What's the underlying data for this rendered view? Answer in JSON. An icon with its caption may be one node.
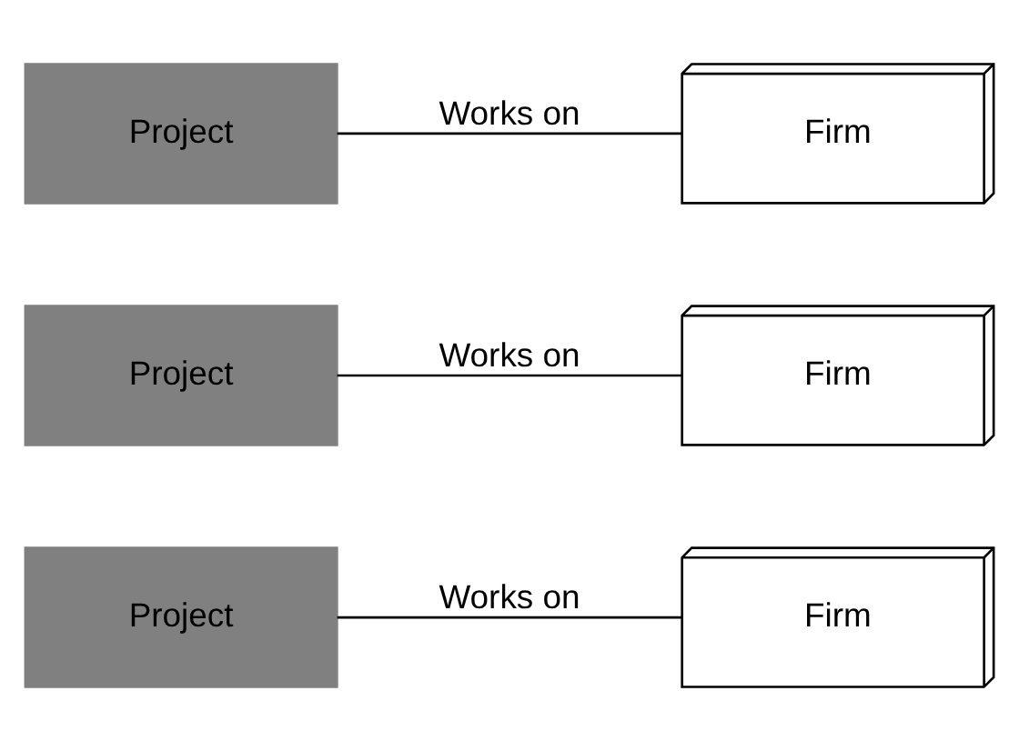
{
  "diagram": {
    "nodes": [
      {
        "text": [
          "Project"
        ]
      },
      {
        "text": [
          "Firm"
        ]
      },
      {
        "text": [
          "Project"
        ]
      },
      {
        "text": [
          "Firm"
        ]
      },
      {
        "text": [
          "Project"
        ]
      },
      {
        "text": [
          "Firm"
        ]
      }
    ],
    "edges": [
      {
        "from": 0,
        "to": 1,
        "arrow": "none",
        "label": "Works on"
      },
      {
        "from": 2,
        "to": 3,
        "arrow": "none",
        "label": "Works on"
      },
      {
        "from": 4,
        "to": 5,
        "arrow": "none",
        "label": "Works on"
      }
    ]
  }
}
